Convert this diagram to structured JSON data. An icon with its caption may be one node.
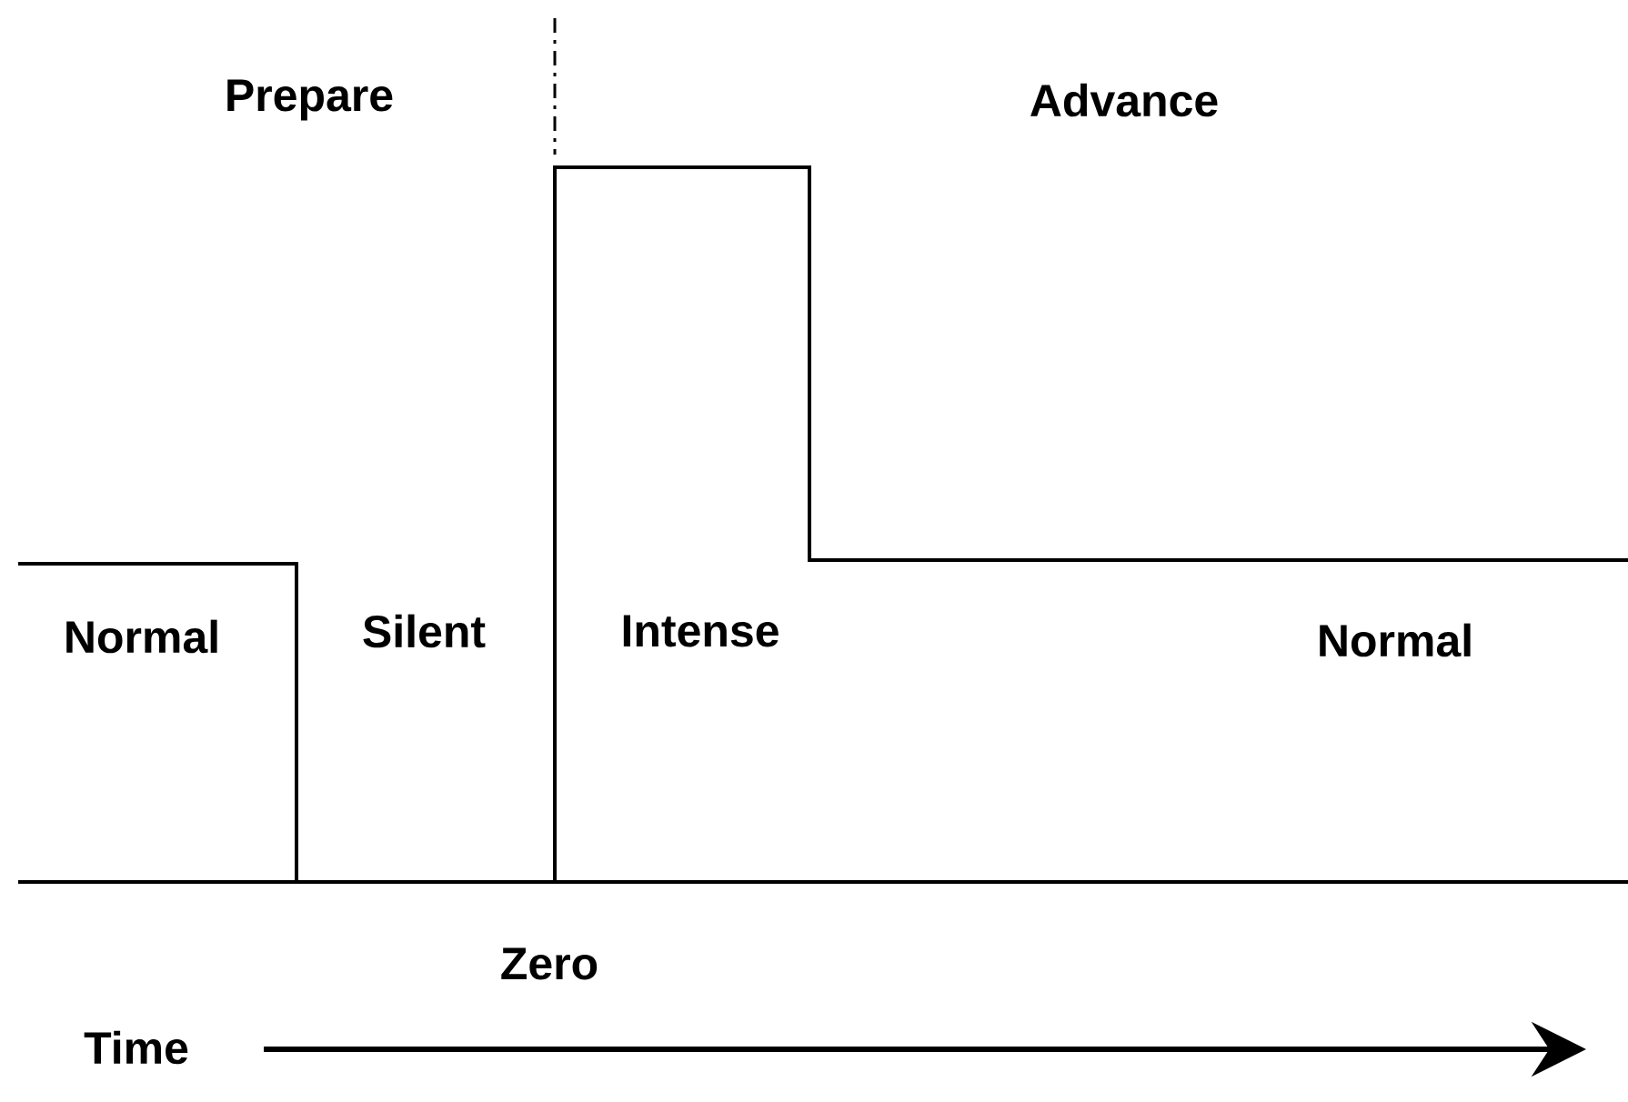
{
  "diagram": {
    "labels": [
      "Prepare",
      "Advance",
      "Normal",
      "Silent",
      "Intense",
      "Normal",
      "Zero",
      "Time"
    ]
  }
}
